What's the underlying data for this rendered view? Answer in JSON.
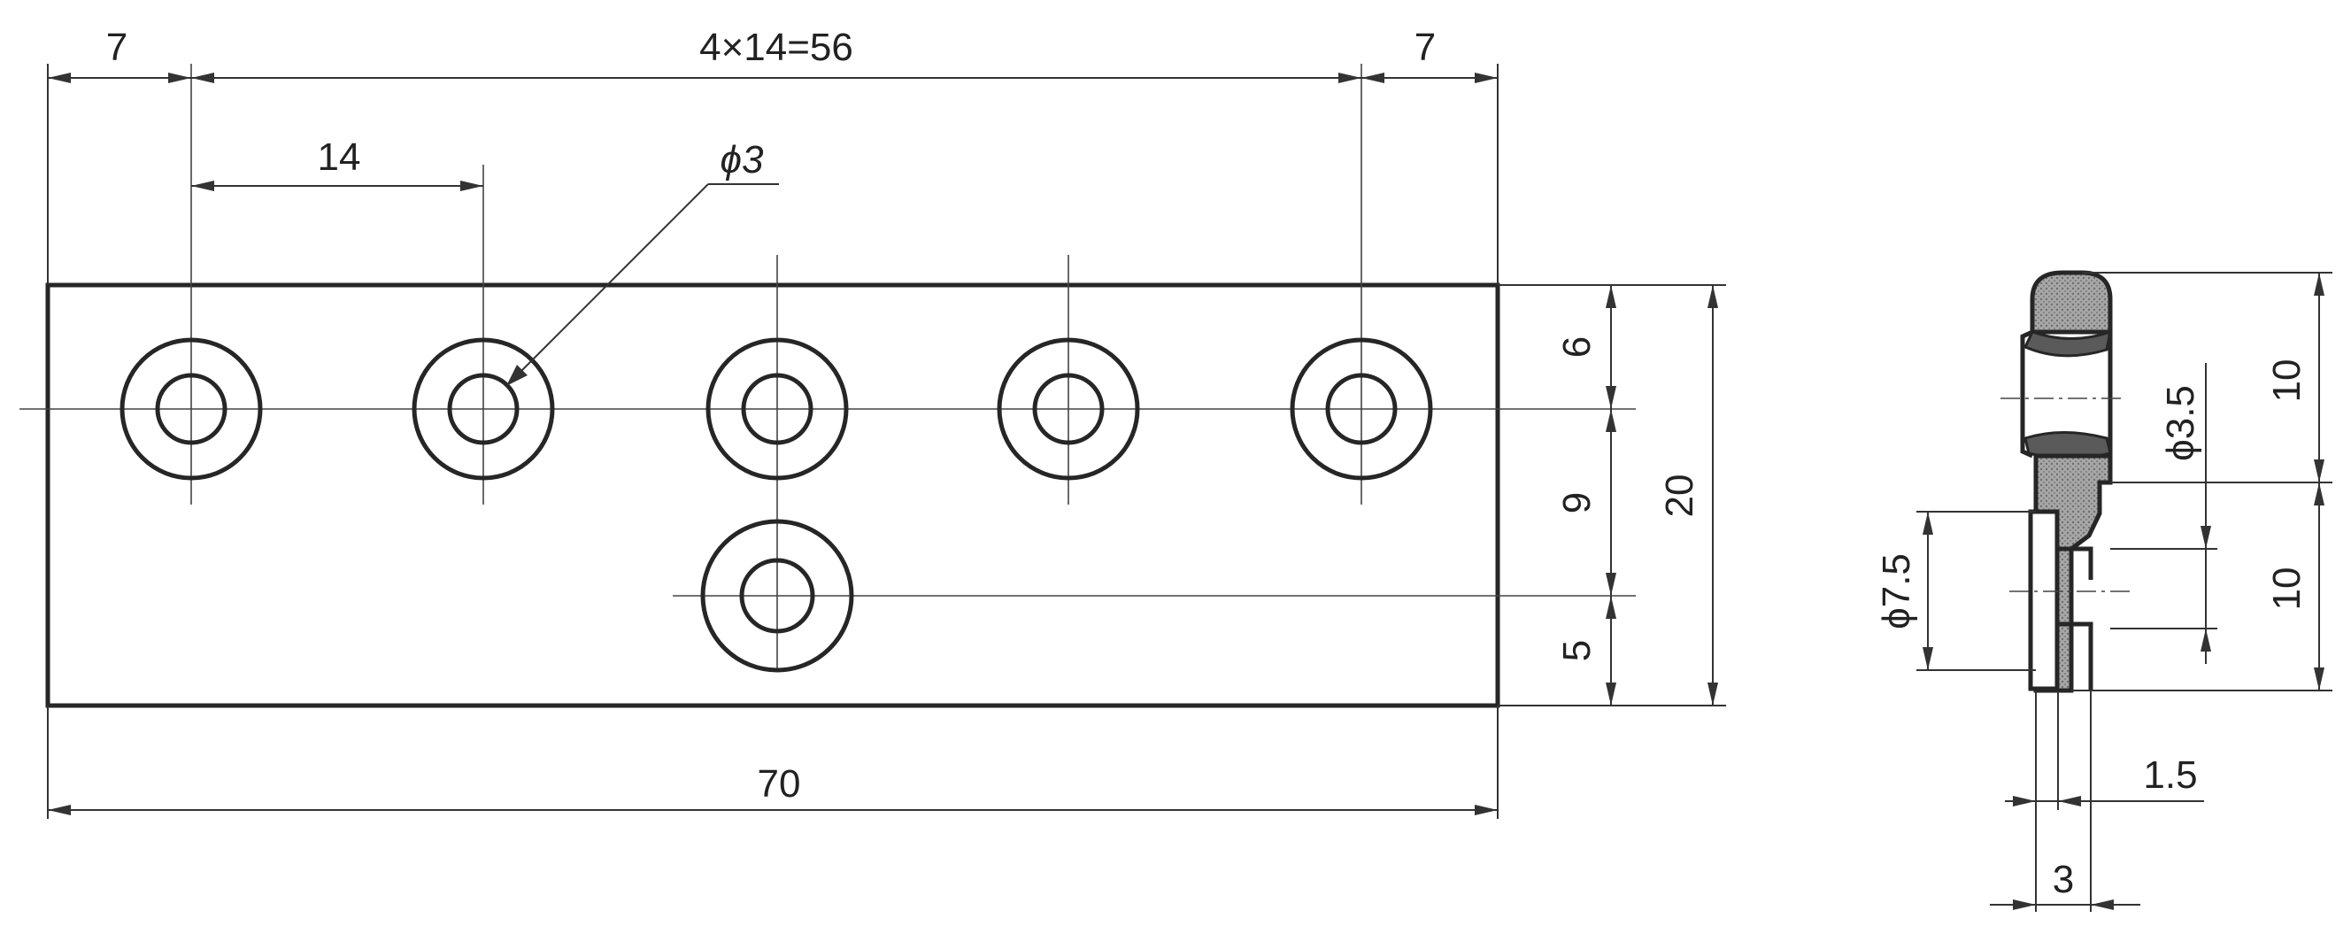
{
  "plan_view": {
    "dim_left_margin": "7",
    "dim_pitch_total": "4×14=56",
    "dim_right_margin": "7",
    "dim_pitch": "14",
    "dim_hole_dia": "ϕ3",
    "dim_overall_length": "70",
    "dim_top_to_row": "6",
    "dim_row_to_lower": "9",
    "dim_lower_to_bottom": "5",
    "dim_overall_width": "20"
  },
  "section_view": {
    "dim_upper_height": "10",
    "dim_lower_height": "10",
    "dim_bore_dia": "ϕ3.5",
    "dim_counterbore_dia": "ϕ7.5",
    "dim_offset": "1.5",
    "dim_thickness": "3"
  },
  "colors": {
    "line": "#262626",
    "section_hatch": "#8a8a8a",
    "background": "#ffffff"
  }
}
